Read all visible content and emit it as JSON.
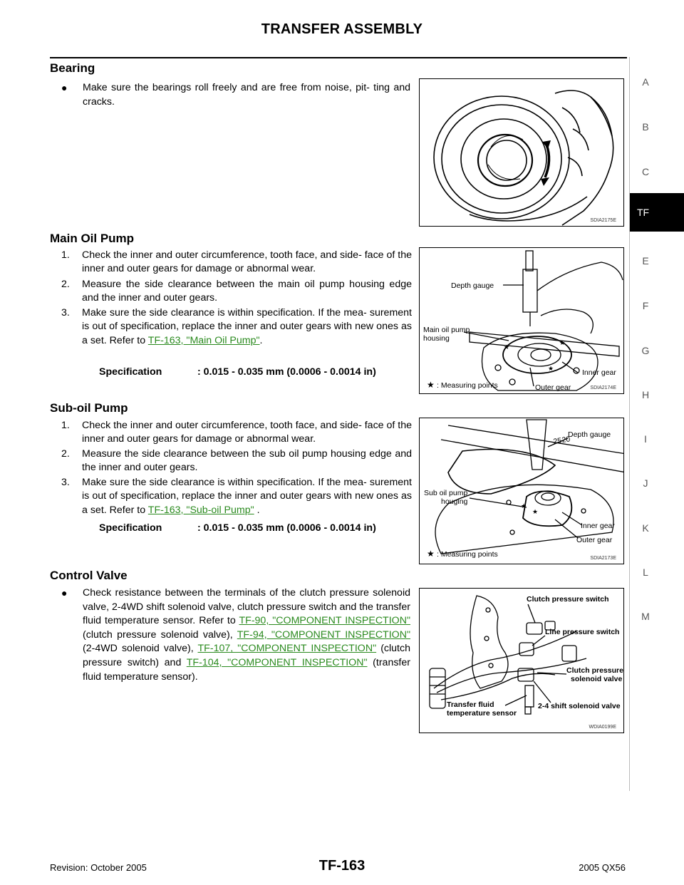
{
  "header": {
    "title": "TRANSFER ASSEMBLY"
  },
  "side_index": {
    "letters": [
      "A",
      "B",
      "C",
      "E",
      "F",
      "G",
      "H",
      "I",
      "J",
      "K",
      "L",
      "M"
    ],
    "active": "TF"
  },
  "bearing": {
    "title": "Bearing",
    "bullet": "Make sure the bearings roll freely and are free from noise, pit- ting and cracks.",
    "figure_id": "SDIA2175E"
  },
  "main_oil_pump": {
    "title": "Main Oil Pump",
    "steps": [
      "Check the inner and outer circumference, tooth face, and side- face of the inner and outer gears for damage or abnormal wear.",
      "Measure the side clearance between the main oil pump housing edge and the inner and outer gears.",
      "Make sure the side clearance is within specification. If the mea- surement is out of specification, replace the inner and outer gears with new ones as a set. Refer to "
    ],
    "step3_link": "TF-163, \"Main Oil Pump\"",
    "step3_tail": ".",
    "spec_label": "Specification",
    "spec_value": ": 0.015 - 0.035 mm (0.0006 - 0.0014 in)",
    "figure": {
      "labels": {
        "depth_gauge": "Depth gauge",
        "housing_1": "Main oil pump",
        "housing_2": "housing",
        "inner_gear": "Inner gear",
        "outer_gear": "Outer gear",
        "measuring": ": Measuring points"
      },
      "figure_id": "SDIA2174E"
    }
  },
  "sub_oil_pump": {
    "title": "Sub-oil Pump",
    "steps": [
      "Check the inner and outer circumference, tooth face, and side- face of the inner and outer gears for damage or abnormal wear.",
      "Measure the side clearance between the sub oil pump housing edge and the inner and outer gears.",
      "Make sure the side clearance is within specification. If the mea- surement is out of specification, replace the inner and outer gears with new ones as a set. Refer to "
    ],
    "step3_link": "TF-163, \"Sub-oil Pump\"",
    "step3_tail": " .",
    "spec_label": "Specification",
    "spec_value": ": 0.015 - 0.035 mm (0.0006 - 0.0014 in)",
    "figure": {
      "labels": {
        "depth_gauge": "Depth gauge",
        "housing_1": "Sub oil pump",
        "housing_2": "houging",
        "inner_gear": "Inner gear",
        "outer_gear": "Outer gear",
        "measuring": ": Measuring points",
        "tick_1": "25",
        "tick_2": "20"
      },
      "figure_id": "SDIA2173E"
    }
  },
  "control_valve": {
    "title": "Control Valve",
    "text_1": "Check resistance between the terminals of the clutch pressure solenoid valve, 2-4WD shift solenoid valve, clutch pressure switch and the transfer fluid temperature sensor. Refer to ",
    "link_1": "TF-90, \"COMPONENT INSPECTION\"",
    "text_2": " (clutch pressure solenoid valve), ",
    "link_2": "TF-94, \"COMPONENT INSPECTION\"",
    "text_3": " (2-4WD solenoid valve), ",
    "link_3": "TF-107, \"COMPONENT INSPECTION\"",
    "text_4": " (clutch pressure switch) and ",
    "link_4": "TF-104, \"COMPONENT INSPECTION\"",
    "text_5": " (transfer fluid temperature sensor).",
    "figure": {
      "labels": {
        "clutch_switch": "Clutch pressure switch",
        "line_switch": "Line pressure switch",
        "clutch_valve_1": "Clutch pressure",
        "clutch_valve_2": "solenoid valve",
        "shift_valve": "2-4 shift solenoid valve",
        "temp_1": "Transfer fluid",
        "temp_2": "temperature sensor"
      },
      "figure_id": "WDIA0199E"
    }
  },
  "footer": {
    "revision": "Revision: October 2005",
    "page": "TF-163",
    "model": "2005 QX56"
  }
}
